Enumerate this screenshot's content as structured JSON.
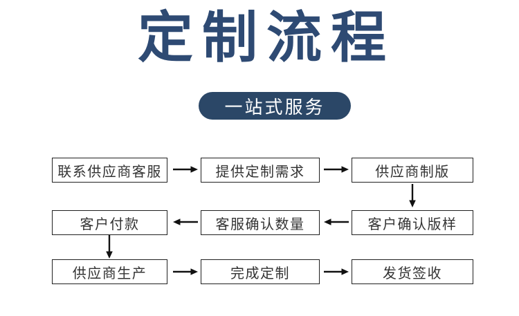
{
  "title": "定制流程",
  "banner": {
    "label": "一站式服务"
  },
  "colors": {
    "title_text": "#2e4a73",
    "banner_bg": "#2b4767",
    "banner_text": "#ffffff",
    "box_border": "#1f1f1f",
    "box_text": "#333333",
    "arrow": "#111111",
    "background": "#ffffff"
  },
  "flow": {
    "nodes": [
      {
        "id": "contact-supplier-service",
        "label": "联系供应商客服",
        "row": 1,
        "col": 1
      },
      {
        "id": "provide-custom-requirements",
        "label": "提供定制需求",
        "row": 1,
        "col": 2
      },
      {
        "id": "supplier-plate-making",
        "label": "供应商制版",
        "row": 1,
        "col": 3
      },
      {
        "id": "customer-payment",
        "label": "客户付款",
        "row": 2,
        "col": 1
      },
      {
        "id": "service-confirm-quantity",
        "label": "客服确认数量",
        "row": 2,
        "col": 2
      },
      {
        "id": "customer-confirm-sample",
        "label": "客户确认版样",
        "row": 2,
        "col": 3
      },
      {
        "id": "supplier-production",
        "label": "供应商生产",
        "row": 3,
        "col": 1
      },
      {
        "id": "complete-customization",
        "label": "完成定制",
        "row": 3,
        "col": 2
      },
      {
        "id": "ship-and-sign",
        "label": "发货签收",
        "row": 3,
        "col": 3
      }
    ],
    "sequence": [
      "联系供应商客服",
      "提供定制需求",
      "供应商制版",
      "客户确认版样",
      "客服确认数量",
      "客户付款",
      "供应商生产",
      "完成定制",
      "发货签收"
    ],
    "arrows": [
      {
        "from": "联系供应商客服",
        "to": "提供定制需求",
        "direction": "right"
      },
      {
        "from": "提供定制需求",
        "to": "供应商制版",
        "direction": "right"
      },
      {
        "from": "供应商制版",
        "to": "客户确认版样",
        "direction": "down"
      },
      {
        "from": "客户确认版样",
        "to": "客服确认数量",
        "direction": "left"
      },
      {
        "from": "客服确认数量",
        "to": "客户付款",
        "direction": "left"
      },
      {
        "from": "客户付款",
        "to": "供应商生产",
        "direction": "down"
      },
      {
        "from": "供应商生产",
        "to": "完成定制",
        "direction": "right"
      },
      {
        "from": "完成定制",
        "to": "发货签收",
        "direction": "right"
      }
    ]
  }
}
